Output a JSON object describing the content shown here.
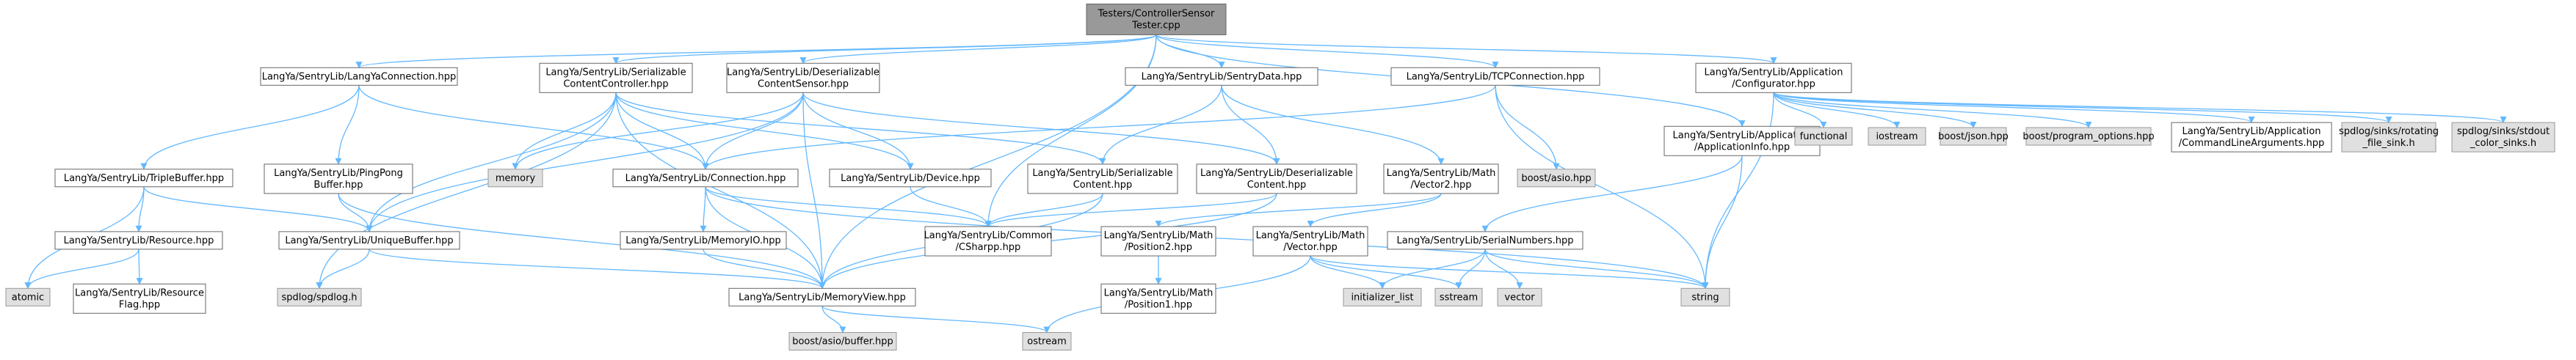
{
  "graph": {
    "title": "Testers/ControllerSensorTester.cpp",
    "nodes": [
      {
        "id": "root",
        "lines": [
          "Testers/ControllerSensor",
          "Tester.cpp"
        ],
        "kind": "root"
      },
      {
        "id": "lyconn",
        "lines": [
          "LangYa/SentryLib/LangYaConnection.hpp"
        ],
        "kind": "file"
      },
      {
        "id": "sercc",
        "lines": [
          "LangYa/SentryLib/Serializable",
          "ContentController.hpp"
        ],
        "kind": "file"
      },
      {
        "id": "desercs",
        "lines": [
          "LangYa/SentryLib/Deserializable",
          "ContentSensor.hpp"
        ],
        "kind": "file"
      },
      {
        "id": "sentrydata",
        "lines": [
          "LangYa/SentryLib/SentryData.hpp"
        ],
        "kind": "file"
      },
      {
        "id": "tcpconn",
        "lines": [
          "LangYa/SentryLib/TCPConnection.hpp"
        ],
        "kind": "file"
      },
      {
        "id": "appinfo",
        "lines": [
          "LangYa/SentryLib/Application",
          "/ApplicationInfo.hpp"
        ],
        "kind": "file"
      },
      {
        "id": "appconf",
        "lines": [
          "LangYa/SentryLib/Application",
          "/Configurator.hpp"
        ],
        "kind": "file"
      },
      {
        "id": "triple",
        "lines": [
          "LangYa/SentryLib/TripleBuffer.hpp"
        ],
        "kind": "file"
      },
      {
        "id": "pingpong",
        "lines": [
          "LangYa/SentryLib/PingPong",
          "Buffer.hpp"
        ],
        "kind": "file"
      },
      {
        "id": "memory",
        "lines": [
          "memory"
        ],
        "kind": "system"
      },
      {
        "id": "connection",
        "lines": [
          "LangYa/SentryLib/Connection.hpp"
        ],
        "kind": "file"
      },
      {
        "id": "device",
        "lines": [
          "LangYa/SentryLib/Device.hpp"
        ],
        "kind": "file"
      },
      {
        "id": "sercontent",
        "lines": [
          "LangYa/SentryLib/Serializable",
          "Content.hpp"
        ],
        "kind": "file"
      },
      {
        "id": "desercontent",
        "lines": [
          "LangYa/SentryLib/Deserializable",
          "Content.hpp"
        ],
        "kind": "file"
      },
      {
        "id": "vector2",
        "lines": [
          "LangYa/SentryLib/Math",
          "/Vector2.hpp"
        ],
        "kind": "file"
      },
      {
        "id": "boostasio",
        "lines": [
          "boost/asio.hpp"
        ],
        "kind": "system"
      },
      {
        "id": "functional",
        "lines": [
          "functional"
        ],
        "kind": "system"
      },
      {
        "id": "iostream",
        "lines": [
          "iostream"
        ],
        "kind": "system"
      },
      {
        "id": "boostjson",
        "lines": [
          "boost/json.hpp"
        ],
        "kind": "system"
      },
      {
        "id": "boostpo",
        "lines": [
          "boost/program_options.hpp"
        ],
        "kind": "system"
      },
      {
        "id": "cmdargs",
        "lines": [
          "LangYa/SentryLib/Application",
          "/CommandLineArguments.hpp"
        ],
        "kind": "file"
      },
      {
        "id": "rotsink",
        "lines": [
          "spdlog/sinks/rotating",
          "_file_sink.h"
        ],
        "kind": "system"
      },
      {
        "id": "stdoutsink",
        "lines": [
          "spdlog/sinks/stdout",
          "_color_sinks.h"
        ],
        "kind": "system"
      },
      {
        "id": "resource",
        "lines": [
          "LangYa/SentryLib/Resource.hpp"
        ],
        "kind": "file"
      },
      {
        "id": "unique",
        "lines": [
          "LangYa/SentryLib/UniqueBuffer.hpp"
        ],
        "kind": "file"
      },
      {
        "id": "memio",
        "lines": [
          "LangYa/SentryLib/MemoryIO.hpp"
        ],
        "kind": "file"
      },
      {
        "id": "csharp",
        "lines": [
          "LangYa/SentryLib/Common",
          "/CSharpp.hpp"
        ],
        "kind": "file"
      },
      {
        "id": "position2",
        "lines": [
          "LangYa/SentryLib/Math",
          "/Position2.hpp"
        ],
        "kind": "file"
      },
      {
        "id": "vector",
        "lines": [
          "LangYa/SentryLib/Math",
          "/Vector.hpp"
        ],
        "kind": "file"
      },
      {
        "id": "serialnums",
        "lines": [
          "LangYa/SentryLib/SerialNumbers.hpp"
        ],
        "kind": "file"
      },
      {
        "id": "atomic",
        "lines": [
          "atomic"
        ],
        "kind": "system"
      },
      {
        "id": "resflag",
        "lines": [
          "LangYa/SentryLib/Resource",
          "Flag.hpp"
        ],
        "kind": "file"
      },
      {
        "id": "spdlog",
        "lines": [
          "spdlog/spdlog.h"
        ],
        "kind": "system"
      },
      {
        "id": "memview",
        "lines": [
          "LangYa/SentryLib/MemoryView.hpp"
        ],
        "kind": "file"
      },
      {
        "id": "position1",
        "lines": [
          "LangYa/SentryLib/Math",
          "/Position1.hpp"
        ],
        "kind": "file"
      },
      {
        "id": "initlist",
        "lines": [
          "initializer_list"
        ],
        "kind": "system"
      },
      {
        "id": "sstream",
        "lines": [
          "sstream"
        ],
        "kind": "system"
      },
      {
        "id": "stdvector",
        "lines": [
          "vector"
        ],
        "kind": "system"
      },
      {
        "id": "string",
        "lines": [
          "string"
        ],
        "kind": "system"
      },
      {
        "id": "boostbuf",
        "lines": [
          "boost/asio/buffer.hpp"
        ],
        "kind": "system"
      },
      {
        "id": "ostream",
        "lines": [
          "ostream"
        ],
        "kind": "system"
      }
    ],
    "edges": [
      [
        "root",
        "lyconn"
      ],
      [
        "root",
        "sercc"
      ],
      [
        "root",
        "desercs"
      ],
      [
        "root",
        "sentrydata"
      ],
      [
        "root",
        "tcpconn"
      ],
      [
        "root",
        "appinfo"
      ],
      [
        "root",
        "appconf"
      ],
      [
        "root",
        "csharp"
      ],
      [
        "root",
        "memview"
      ],
      [
        "lyconn",
        "triple"
      ],
      [
        "lyconn",
        "pingpong"
      ],
      [
        "lyconn",
        "connection"
      ],
      [
        "sercc",
        "memory"
      ],
      [
        "sercc",
        "connection"
      ],
      [
        "sercc",
        "device"
      ],
      [
        "sercc",
        "sercontent"
      ],
      [
        "sercc",
        "unique"
      ],
      [
        "sercc",
        "spdlog"
      ],
      [
        "sercc",
        "memview"
      ],
      [
        "desercs",
        "memory"
      ],
      [
        "desercs",
        "connection"
      ],
      [
        "desercs",
        "device"
      ],
      [
        "desercs",
        "desercontent"
      ],
      [
        "desercs",
        "unique"
      ],
      [
        "desercs",
        "memview"
      ],
      [
        "sentrydata",
        "sercontent"
      ],
      [
        "sentrydata",
        "desercontent"
      ],
      [
        "sentrydata",
        "vector2"
      ],
      [
        "tcpconn",
        "connection"
      ],
      [
        "tcpconn",
        "boostasio"
      ],
      [
        "tcpconn",
        "string"
      ],
      [
        "appinfo",
        "serialnums"
      ],
      [
        "appinfo",
        "string"
      ],
      [
        "appconf",
        "functional"
      ],
      [
        "appconf",
        "iostream"
      ],
      [
        "appconf",
        "boostjson"
      ],
      [
        "appconf",
        "boostpo"
      ],
      [
        "appconf",
        "cmdargs"
      ],
      [
        "appconf",
        "rotsink"
      ],
      [
        "appconf",
        "stdoutsink"
      ],
      [
        "appconf",
        "string"
      ],
      [
        "triple",
        "resource"
      ],
      [
        "triple",
        "unique"
      ],
      [
        "triple",
        "atomic"
      ],
      [
        "pingpong",
        "unique"
      ],
      [
        "pingpong",
        "memview"
      ],
      [
        "connection",
        "memio"
      ],
      [
        "connection",
        "csharp"
      ],
      [
        "connection",
        "memview"
      ],
      [
        "connection",
        "string"
      ],
      [
        "device",
        "csharp"
      ],
      [
        "sercontent",
        "csharp"
      ],
      [
        "sercontent",
        "memview"
      ],
      [
        "desercontent",
        "csharp"
      ],
      [
        "desercontent",
        "memview"
      ],
      [
        "vector2",
        "vector"
      ],
      [
        "vector2",
        "position2"
      ],
      [
        "resource",
        "atomic"
      ],
      [
        "resource",
        "resflag"
      ],
      [
        "unique",
        "spdlog"
      ],
      [
        "unique",
        "memview"
      ],
      [
        "memio",
        "memview"
      ],
      [
        "position2",
        "position1"
      ],
      [
        "vector",
        "initlist"
      ],
      [
        "vector",
        "sstream"
      ],
      [
        "vector",
        "string"
      ],
      [
        "vector",
        "ostream"
      ],
      [
        "serialnums",
        "initlist"
      ],
      [
        "serialnums",
        "sstream"
      ],
      [
        "serialnums",
        "stdvector"
      ],
      [
        "serialnums",
        "string"
      ],
      [
        "memview",
        "boostbuf"
      ],
      [
        "memview",
        "ostream"
      ]
    ]
  }
}
